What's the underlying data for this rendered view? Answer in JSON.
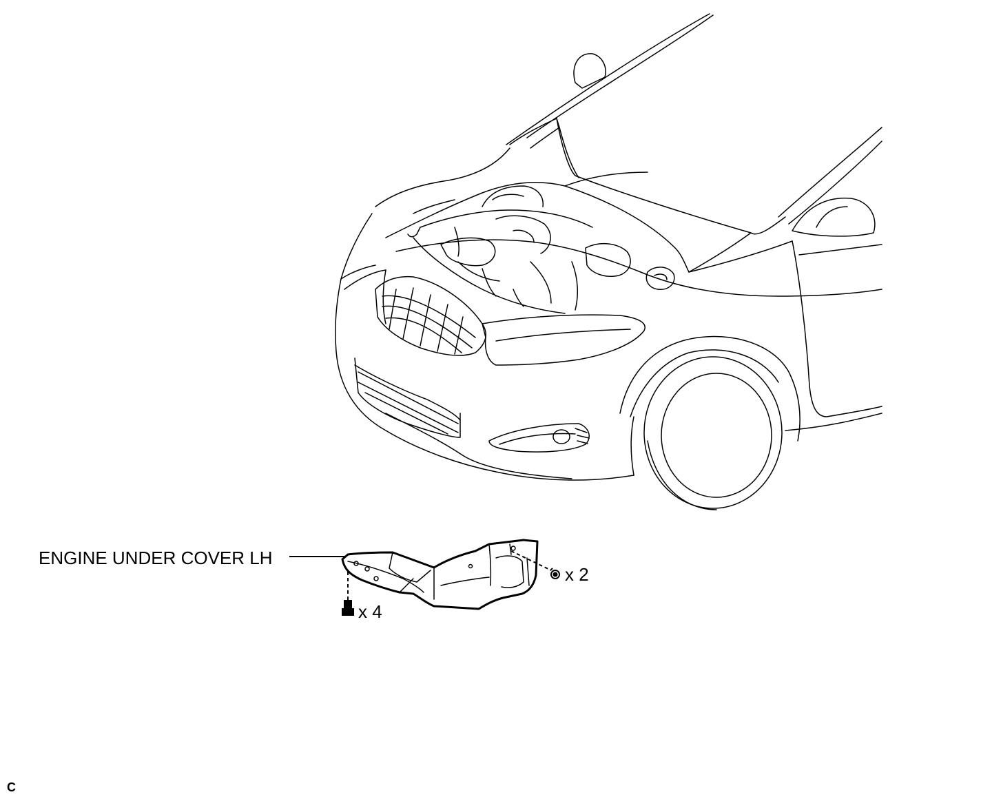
{
  "figure": {
    "part_label": "ENGINE UNDER COVER LH",
    "quantities": {
      "clip": "x 2",
      "bolt": "x 4"
    },
    "corner_mark": "C"
  },
  "colors": {
    "line": "#000000",
    "background": "#ffffff"
  },
  "icons": [
    "vehicle-front-illustration",
    "engine-under-cover-part",
    "clip-fastener-icon",
    "bolt-fastener-icon"
  ]
}
